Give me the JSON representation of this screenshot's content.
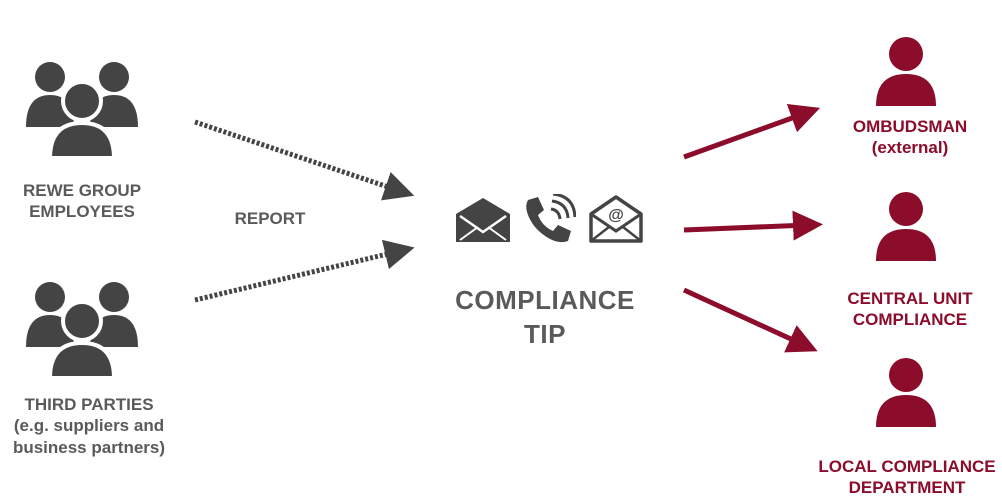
{
  "colors": {
    "grey": "#444444",
    "text_grey": "#5a5a5a",
    "accent": "#8b0c2b"
  },
  "sources": [
    {
      "icon": "user-group-icon",
      "lines": [
        "REWE GROUP",
        "EMPLOYEES"
      ]
    },
    {
      "icon": "user-group-icon",
      "lines": [
        "THIRD PARTIES",
        "(e.g. suppliers and",
        "business partners)"
      ]
    }
  ],
  "flow_label": "REPORT",
  "channels": {
    "icons": [
      "open-envelope-icon",
      "phone-icon",
      "email-at-icon"
    ]
  },
  "hub": {
    "lines": [
      "COMPLIANCE",
      "TIP"
    ]
  },
  "recipients": [
    {
      "icon": "person-icon",
      "lines": [
        "OMBUDSMAN",
        "(external)"
      ]
    },
    {
      "icon": "person-icon",
      "lines": [
        "CENTRAL UNIT",
        "COMPLIANCE"
      ]
    },
    {
      "icon": "person-icon",
      "lines": [
        "LOCAL COMPLIANCE",
        "DEPARTMENT"
      ]
    }
  ]
}
